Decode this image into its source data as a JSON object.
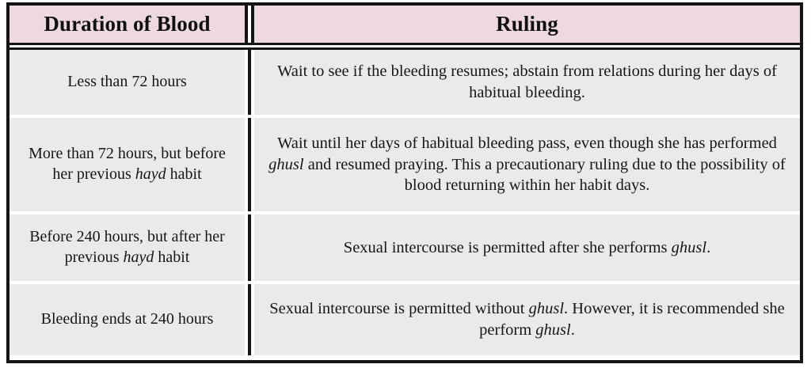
{
  "table": {
    "columns": [
      {
        "key": "duration",
        "header": "Duration of Blood"
      },
      {
        "key": "ruling",
        "header": "Ruling"
      }
    ],
    "header_background": "#eed9e2",
    "cell_background": "#eaeaea",
    "border_color": "#141414",
    "rows": [
      {
        "duration": "Less than 72 hours",
        "ruling_html": "Wait to see if the bleeding resumes; abstain from relations during her days of habitual bleeding.",
        "ruling_text": "Wait to see if the bleeding resumes; abstain from relations during her days of habitual bleeding.",
        "italic_terms": []
      },
      {
        "duration_html": "More than 72 hours, but before her previous <i>hayd</i> habit",
        "duration": "More than 72 hours, but before her previous hayd habit",
        "ruling_html": "Wait until her days of habitual bleeding pass, even though she has performed <i>ghusl</i> and resumed praying. This a precautionary ruling due to the possibility of blood returning within her habit days.",
        "ruling_text": "Wait until her days of habitual bleeding pass, even though she has performed ghusl and resumed praying. This a precautionary ruling due to the possibility of blood returning within her habit days.",
        "italic_terms": [
          "hayd",
          "ghusl"
        ]
      },
      {
        "duration_html": "Before 240 hours, but after her previous <i>hayd</i> habit",
        "duration": "Before 240 hours, but after her previous hayd habit",
        "ruling_html": "Sexual intercourse is permitted after she performs <i>ghusl</i>.",
        "ruling_text": "Sexual intercourse is permitted after she performs ghusl.",
        "italic_terms": [
          "hayd",
          "ghusl"
        ]
      },
      {
        "duration": "Bleeding ends at 240 hours",
        "duration_html": "Bleeding ends at 240 hours",
        "ruling_html": "Sexual intercourse is permitted without <i>ghusl</i>. However, it is recommended she perform <i>ghusl</i>.",
        "ruling_text": "Sexual intercourse is permitted without ghusl. However, it is recommended she perform ghusl.",
        "italic_terms": [
          "ghusl"
        ]
      }
    ]
  }
}
